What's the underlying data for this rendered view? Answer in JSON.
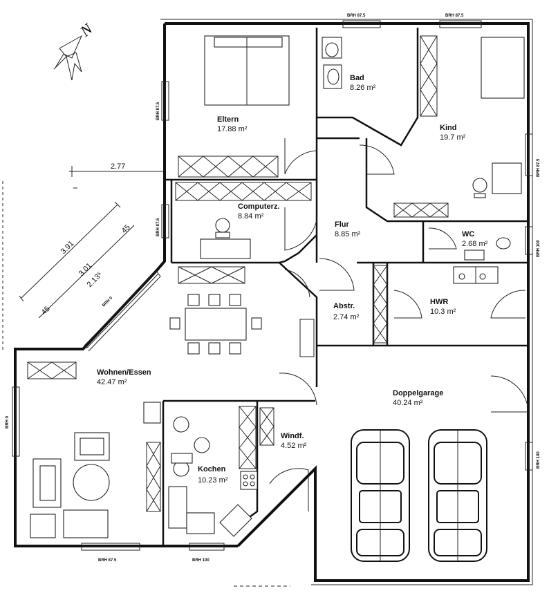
{
  "rooms": {
    "eltern": {
      "name": "Eltern",
      "area": "17.88 m²"
    },
    "bad": {
      "name": "Bad",
      "area": "8.26 m²"
    },
    "kind": {
      "name": "Kind",
      "area": "19.7 m²"
    },
    "computerz": {
      "name": "Computerz.",
      "area": "8.84 m²"
    },
    "flur": {
      "name": "Flur",
      "area": "8.85 m²"
    },
    "wc": {
      "name": "WC",
      "area": "2.68 m²"
    },
    "abstr": {
      "name": "Abstr.",
      "area": "2.74 m²"
    },
    "hwr": {
      "name": "HWR",
      "area": "10.3 m²"
    },
    "wohnen": {
      "name": "Wohnen/Essen",
      "area": "42.47 m²"
    },
    "doppelgarage": {
      "name": "Doppelgarage",
      "area": "40.24 m²"
    },
    "windf": {
      "name": "Windf.",
      "area": "4.52 m²"
    },
    "kochen": {
      "name": "Kochen",
      "area": "10.23 m²"
    }
  },
  "windows": {
    "top_bad": "BRH 87.5",
    "top_kind": "BRH 87.5",
    "left_eltern": "BRH 87.5",
    "left_computer": "BRH 87.5",
    "right_kind": "BRH 87.5",
    "right_wc": "BRH 100",
    "diag_wohnen": "BRH 0",
    "left_wohnen": "BRH 0",
    "bottom_wohnen": "BRH 87.5",
    "bottom_kochen": "BRH 100",
    "right_garage": "BRH 100"
  },
  "dimensions": {
    "d277": "2.77",
    "d391": "3.91",
    "d301": "3.01",
    "d213": "2.13⁵",
    "d45a": "45",
    "d45b": "45"
  },
  "markers": {
    "north": "N"
  }
}
